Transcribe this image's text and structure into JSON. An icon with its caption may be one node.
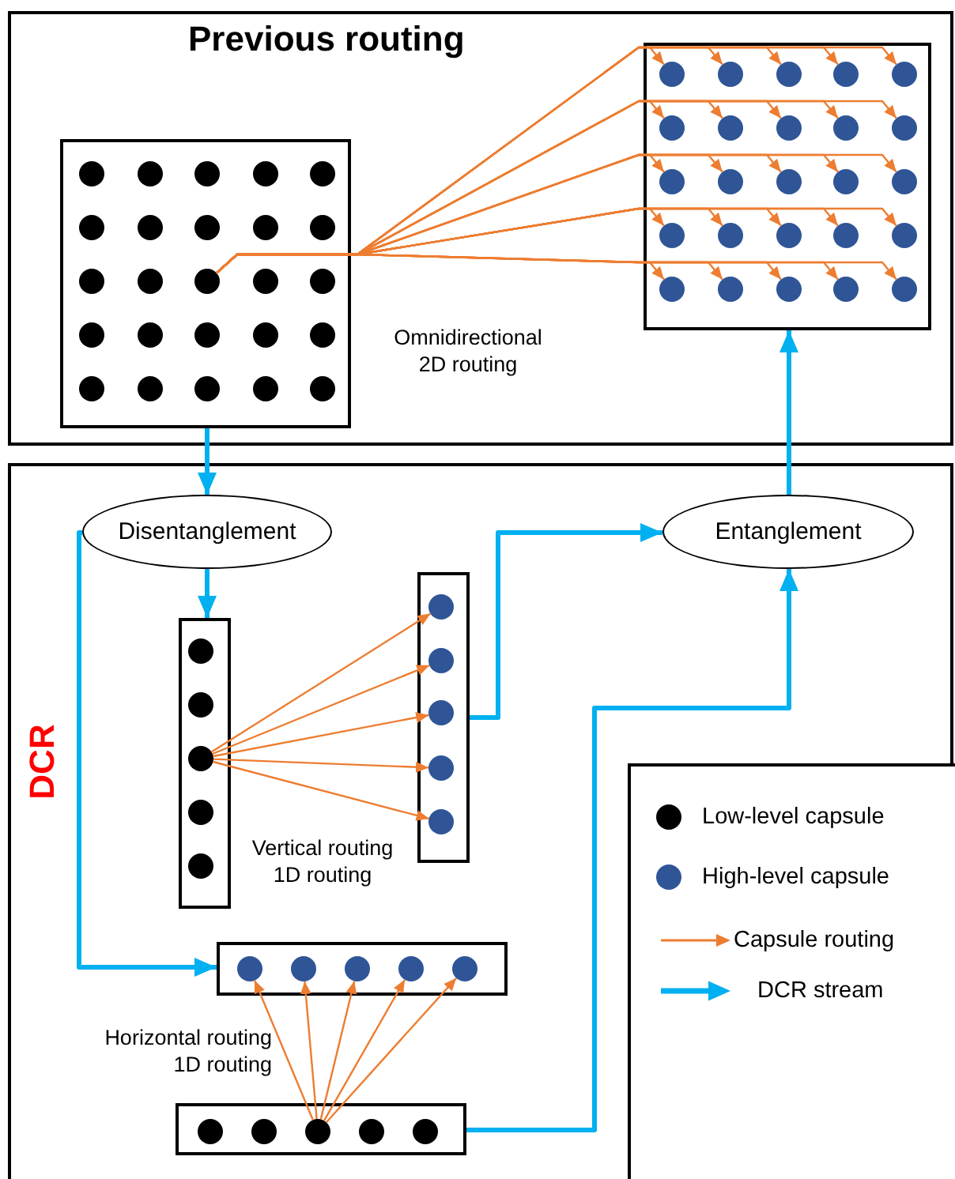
{
  "diagram": {
    "nodes": [
      {
        "text": [
          "Previous routing"
        ]
      },
      {
        "text": [],
        "shape": "box",
        "in": 0
      },
      {
        "text": [],
        "shape": "circle",
        "in": 1
      },
      {
        "text": [],
        "shape": "circle",
        "in": 1
      },
      {
        "text": [],
        "shape": "circle",
        "in": 1
      },
      {
        "text": [],
        "shape": "circle",
        "in": 1
      },
      {
        "text": [],
        "shape": "circle",
        "in": 1
      },
      {
        "text": [],
        "shape": "circle",
        "in": 1
      },
      {
        "text": [],
        "shape": "circle",
        "in": 1
      },
      {
        "text": [],
        "shape": "circle",
        "in": 1
      },
      {
        "text": [],
        "shape": "circle",
        "in": 1
      },
      {
        "text": [],
        "shape": "circle",
        "in": 1
      },
      {
        "text": [],
        "shape": "circle",
        "in": 1
      },
      {
        "text": [],
        "shape": "circle",
        "in": 1
      },
      {
        "text": [],
        "shape": "circle",
        "in": 1
      },
      {
        "text": [],
        "shape": "circle",
        "in": 1
      },
      {
        "text": [],
        "shape": "circle",
        "in": 1
      },
      {
        "text": [],
        "shape": "circle",
        "in": 1
      },
      {
        "text": [],
        "shape": "circle",
        "in": 1
      },
      {
        "text": [],
        "shape": "circle",
        "in": 1
      },
      {
        "text": [],
        "shape": "circle",
        "in": 1
      },
      {
        "text": [],
        "shape": "circle",
        "in": 1
      },
      {
        "text": [],
        "shape": "circle",
        "in": 1
      },
      {
        "text": [],
        "shape": "circle",
        "in": 1
      },
      {
        "text": [],
        "shape": "circle",
        "in": 1
      },
      {
        "text": [],
        "shape": "circle",
        "in": 1
      },
      {
        "text": [],
        "shape": "circle",
        "in": 1
      },
      {
        "text": [],
        "shape": "box",
        "in": 0
      },
      {
        "text": [],
        "shape": "circle",
        "in": 27
      },
      {
        "text": [],
        "shape": "circle",
        "in": 27
      },
      {
        "text": [],
        "shape": "circle",
        "in": 27
      },
      {
        "text": [],
        "shape": "circle",
        "in": 27
      },
      {
        "text": [],
        "shape": "circle",
        "in": 27
      },
      {
        "text": [],
        "shape": "circle",
        "in": 27
      },
      {
        "text": [],
        "shape": "circle",
        "in": 27
      },
      {
        "text": [],
        "shape": "circle",
        "in": 27
      },
      {
        "text": [],
        "shape": "circle",
        "in": 27
      },
      {
        "text": [],
        "shape": "circle",
        "in": 27
      },
      {
        "text": [],
        "shape": "circle",
        "in": 27
      },
      {
        "text": [],
        "shape": "circle",
        "in": 27
      },
      {
        "text": [],
        "shape": "circle",
        "in": 27
      },
      {
        "text": [],
        "shape": "circle",
        "in": 27
      },
      {
        "text": [],
        "shape": "circle",
        "in": 27
      },
      {
        "text": [],
        "shape": "circle",
        "in": 27
      },
      {
        "text": [],
        "shape": "circle",
        "in": 27
      },
      {
        "text": [],
        "shape": "circle",
        "in": 27
      },
      {
        "text": [],
        "shape": "circle",
        "in": 27
      },
      {
        "text": [],
        "shape": "circle",
        "in": 27
      },
      {
        "text": [],
        "shape": "circle",
        "in": 27
      },
      {
        "text": [],
        "shape": "circle",
        "in": 27
      },
      {
        "text": [],
        "shape": "circle",
        "in": 27
      },
      {
        "text": [],
        "shape": "circle",
        "in": 27
      },
      {
        "text": [],
        "shape": "circle",
        "in": 27
      },
      {
        "text": [
          "DCR"
        ]
      },
      {
        "text": [
          "Disentanglement"
        ],
        "in": 53
      },
      {
        "text": [
          "Entanglement"
        ],
        "in": 53
      },
      {
        "text": [],
        "shape": "box",
        "in": 53
      },
      {
        "text": [],
        "shape": "circle",
        "in": 56
      },
      {
        "text": [],
        "shape": "circle",
        "in": 56
      },
      {
        "text": [],
        "shape": "circle",
        "in": 56
      },
      {
        "text": [],
        "shape": "circle",
        "in": 56
      },
      {
        "text": [],
        "shape": "circle",
        "in": 56
      },
      {
        "text": [],
        "shape": "box",
        "in": 53
      },
      {
        "text": [],
        "shape": "circle",
        "in": 62
      },
      {
        "text": [],
        "shape": "circle",
        "in": 62
      },
      {
        "text": [],
        "shape": "circle",
        "in": 62
      },
      {
        "text": [],
        "shape": "circle",
        "in": 62
      },
      {
        "text": [],
        "shape": "circle",
        "in": 62
      },
      {
        "text": [],
        "shape": "box",
        "in": 53
      },
      {
        "text": [],
        "shape": "circle",
        "in": 68
      },
      {
        "text": [],
        "shape": "circle",
        "in": 68
      },
      {
        "text": [],
        "shape": "circle",
        "in": 68
      },
      {
        "text": [],
        "shape": "circle",
        "in": 68
      },
      {
        "text": [],
        "shape": "circle",
        "in": 68
      },
      {
        "text": [],
        "shape": "box",
        "in": 53
      },
      {
        "text": [],
        "shape": "circle",
        "in": 74
      },
      {
        "text": [],
        "shape": "circle",
        "in": 74
      },
      {
        "text": [],
        "shape": "circle",
        "in": 74
      },
      {
        "text": [],
        "shape": "circle",
        "in": 74
      },
      {
        "text": [],
        "shape": "circle",
        "in": 74
      }
    ],
    "edges": [
      {
        "from": 1,
        "to": 54,
        "arrow": "to",
        "style": "thick",
        "color": "#00b0f0"
      },
      {
        "from": 54,
        "to": 56,
        "arrow": "to",
        "style": "thick",
        "color": "#00b0f0"
      },
      {
        "from": 54,
        "to": 68,
        "arrow": "to",
        "style": "thick",
        "color": "#00b0f0"
      },
      {
        "from": 62,
        "to": 55,
        "arrow": "to",
        "style": "thick",
        "color": "#00b0f0"
      },
      {
        "from": 74,
        "to": 55,
        "arrow": "to",
        "style": "thick",
        "color": "#00b0f0"
      },
      {
        "from": 55,
        "to": 27,
        "arrow": "to",
        "style": "thick",
        "color": "#00b0f0"
      },
      {
        "from": 14,
        "to": 28,
        "arrow": "to"
      },
      {
        "from": 14,
        "to": 29,
        "arrow": "to"
      },
      {
        "from": 14,
        "to": 30,
        "arrow": "to"
      },
      {
        "from": 14,
        "to": 31,
        "arrow": "to"
      },
      {
        "from": 14,
        "to": 32,
        "arrow": "to"
      },
      {
        "from": 14,
        "to": 33,
        "arrow": "to"
      },
      {
        "from": 14,
        "to": 34,
        "arrow": "to"
      },
      {
        "from": 14,
        "to": 35,
        "arrow": "to"
      },
      {
        "from": 14,
        "to": 36,
        "arrow": "to"
      },
      {
        "from": 14,
        "to": 37,
        "arrow": "to"
      },
      {
        "from": 14,
        "to": 38,
        "arrow": "to"
      },
      {
        "from": 14,
        "to": 39,
        "arrow": "to"
      },
      {
        "from": 14,
        "to": 40,
        "arrow": "to"
      },
      {
        "from": 14,
        "to": 41,
        "arrow": "to"
      },
      {
        "from": 14,
        "to": 42,
        "arrow": "to"
      },
      {
        "from": 14,
        "to": 43,
        "arrow": "to"
      },
      {
        "from": 14,
        "to": 44,
        "arrow": "to"
      },
      {
        "from": 14,
        "to": 45,
        "arrow": "to"
      },
      {
        "from": 14,
        "to": 46,
        "arrow": "to"
      },
      {
        "from": 14,
        "to": 47,
        "arrow": "to"
      },
      {
        "from": 14,
        "to": 48,
        "arrow": "to"
      },
      {
        "from": 14,
        "to": 49,
        "arrow": "to"
      },
      {
        "from": 14,
        "to": 50,
        "arrow": "to"
      },
      {
        "from": 14,
        "to": 51,
        "arrow": "to"
      },
      {
        "from": 14,
        "to": 52,
        "arrow": "to"
      },
      {
        "from": 59,
        "to": 63,
        "arrow": "to"
      },
      {
        "from": 59,
        "to": 64,
        "arrow": "to"
      },
      {
        "from": 59,
        "to": 65,
        "arrow": "to"
      },
      {
        "from": 59,
        "to": 66,
        "arrow": "to"
      },
      {
        "from": 59,
        "to": 67,
        "arrow": "to"
      },
      {
        "from": 77,
        "to": 69,
        "arrow": "to"
      },
      {
        "from": 77,
        "to": 70,
        "arrow": "to"
      },
      {
        "from": 77,
        "to": 71,
        "arrow": "to"
      },
      {
        "from": 77,
        "to": 72,
        "arrow": "to"
      },
      {
        "from": 77,
        "to": 73,
        "arrow": "to"
      }
    ],
    "labels": [
      "Omnidirectional 2D routing",
      "Vertical routing 1D routing",
      "Horizontal routing 1D routing"
    ],
    "legend": [
      {
        "text": "Low-level capsule",
        "color": "#000000"
      },
      {
        "text": "High-level capsule",
        "color": "#2f5597"
      },
      {
        "text": "Capsule routing"
      },
      {
        "text": "DCR stream"
      }
    ]
  }
}
